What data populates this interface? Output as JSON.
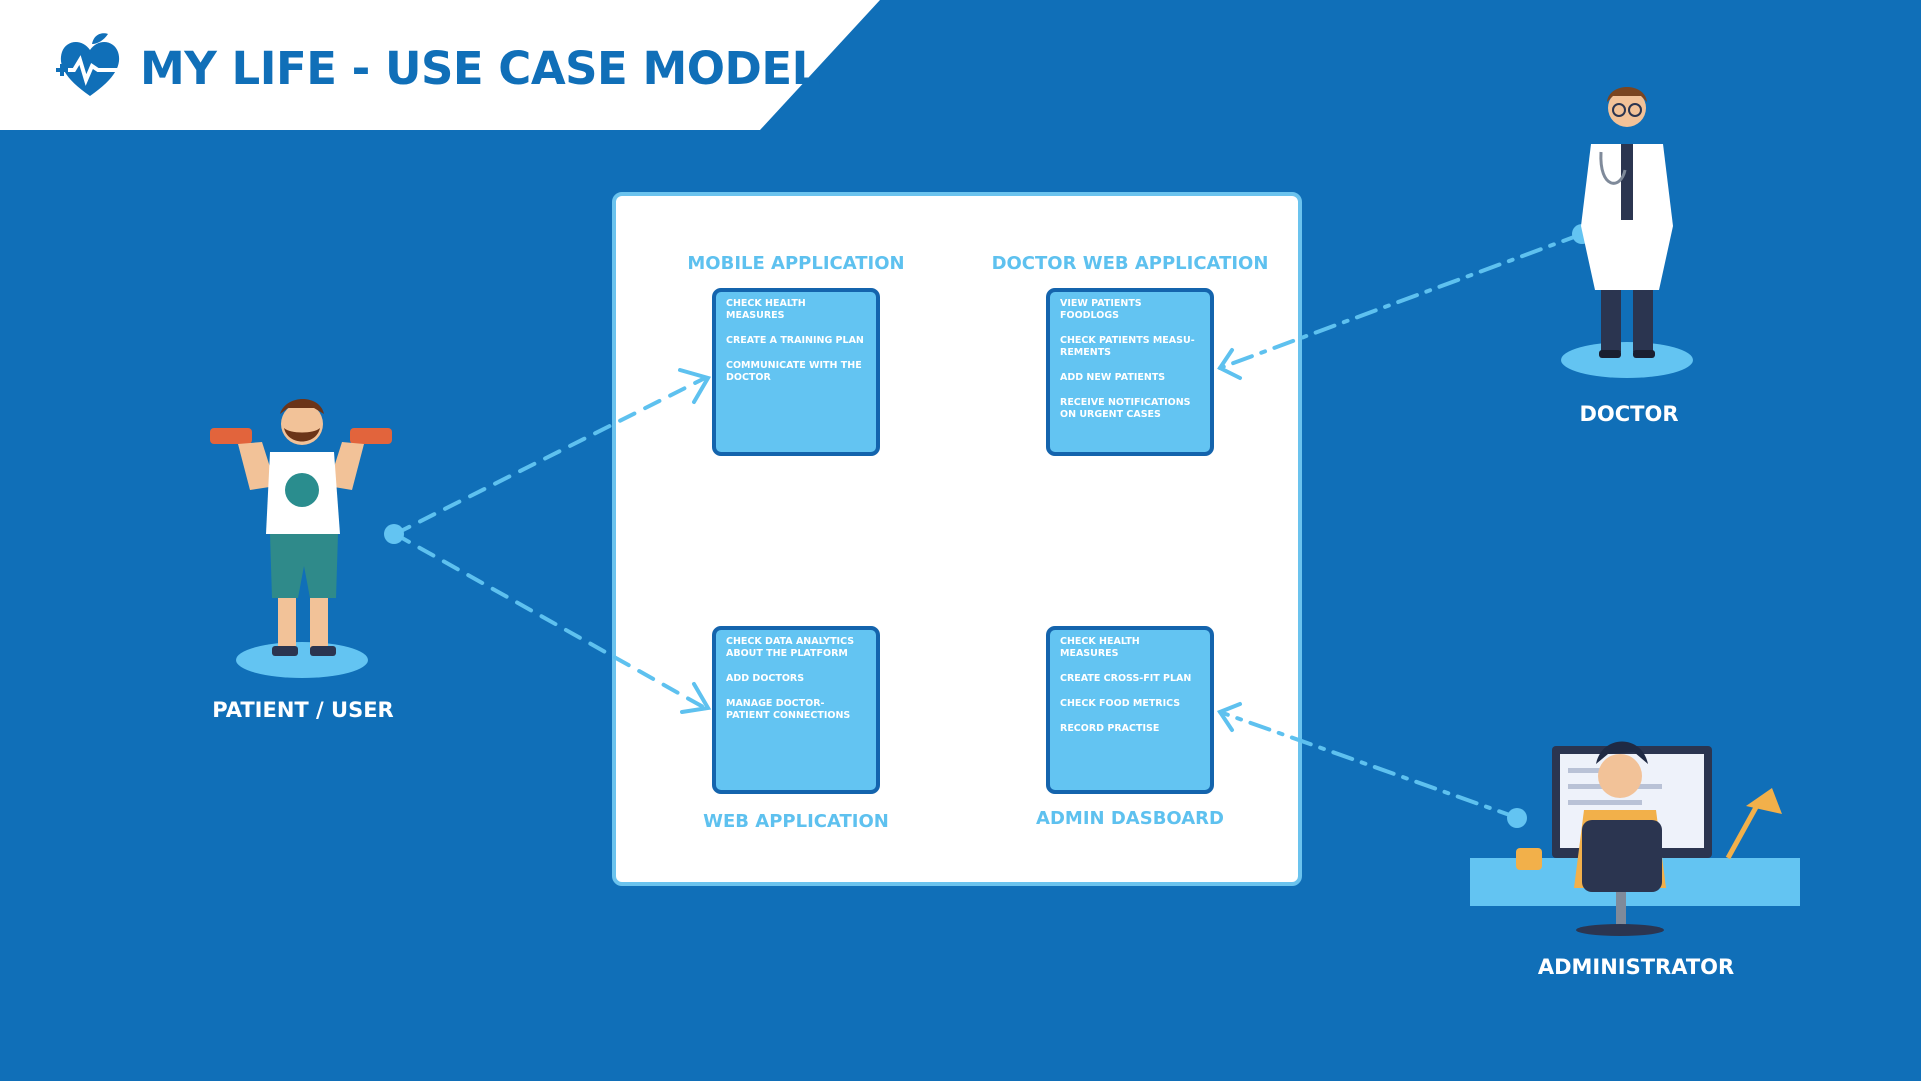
{
  "header": {
    "title": "MY LIFE - USE CASE MODEL"
  },
  "colors": {
    "background": "#106fb8",
    "header_bg": "#ffffff",
    "title": "#106fb8",
    "system_border": "#6bc3ee",
    "card_fill": "#63c4f2",
    "card_border": "#1464ad",
    "connector": "#5ec1ef"
  },
  "use_cases": {
    "mobile_app": {
      "title": "MOBILE APPLICATION",
      "items": [
        "CHECK HEALTH MEASURES",
        "CREATE A TRAINING PLAN",
        "COMMUNICATE WITH THE DOCTOR"
      ]
    },
    "doctor_web_app": {
      "title": "DOCTOR WEB APPLICATION",
      "items": [
        "VIEW PATIENTS FOODLOGS",
        "CHECK PATIENTS MEASU- REMENTS",
        "ADD NEW PATIENTS",
        "RECEIVE NOTIFICATIONS ON URGENT CASES"
      ]
    },
    "web_app": {
      "title": "WEB APPLICATION",
      "items": [
        "CHECK DATA ANALYTICS ABOUT THE PLATFORM",
        "ADD DOCTORS",
        "MANAGE DOCTOR-PATIENT CONNECTIONS"
      ]
    },
    "admin_dashboard": {
      "title": "ADMIN DASBOARD",
      "items": [
        "CHECK HEALTH MEASURES",
        "CREATE CROSS-FIT PLAN",
        "CHECK FOOD METRICS",
        "RECORD PRACTISE"
      ]
    }
  },
  "actors": {
    "patient": {
      "label": "PATIENT / USER",
      "icon": "patient-figure"
    },
    "doctor": {
      "label": "DOCTOR",
      "icon": "doctor-figure"
    },
    "administrator": {
      "label": "ADMINISTRATOR",
      "icon": "administrator-figure"
    }
  }
}
